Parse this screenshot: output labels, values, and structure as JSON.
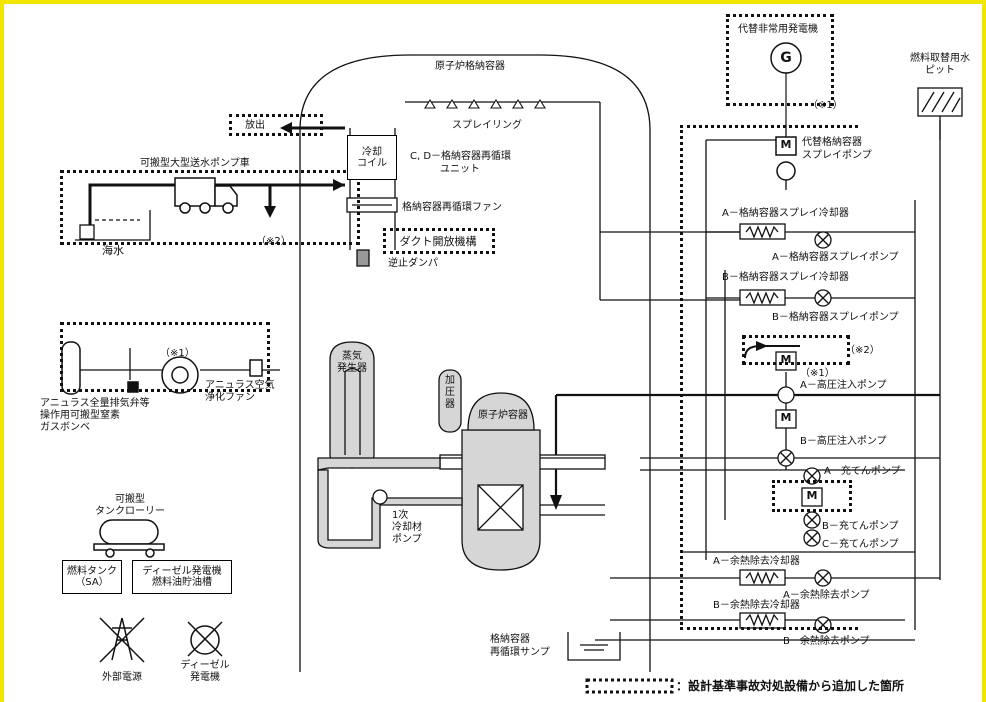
{
  "containment": {
    "label": "原子炉格納容器"
  },
  "spray": {
    "ring_label": "スプレイリング"
  },
  "discharge": {
    "label": "放出"
  },
  "cooling_coil": {
    "label_line1": "冷却",
    "label_line2": "コイル"
  },
  "recirc_unit": {
    "label_line1": "C, D－格納容器再循環",
    "label_line2": "ユニット"
  },
  "recirc_fan": {
    "label": "格納容器再循環ファン"
  },
  "duct": {
    "label": "ダクト開放機構"
  },
  "check_damper": {
    "label": "逆止ダンパ"
  },
  "pump_truck": {
    "label": "可搬型大型送水ポンプ車"
  },
  "seawater": {
    "label": "海水"
  },
  "note1": "（※1）",
  "note2": "（※2）",
  "generator": {
    "label": "代替非常用発電機",
    "symbol": "G"
  },
  "fuel_pit": {
    "label_line1": "燃料取替用水",
    "label_line2": "ピット"
  },
  "alt_spray_pump": {
    "label_line1": "代替格納容器",
    "label_line2": "スプレイポンプ",
    "motor": "M"
  },
  "spray_cooler_a": "A－格納容器スプレイ冷却器",
  "spray_pump_a": "A－格納容器スプレイポンプ",
  "spray_cooler_b": "B－格納容器スプレイ冷却器",
  "spray_pump_b": "B－格納容器スプレイポンプ",
  "hp_pump_a": "A－高圧注入ポンプ",
  "hp_pump_b": "B－高圧注入ポンプ",
  "charging_a": "A－充てんポンプ",
  "charging_b": "B－充てんポンプ",
  "charging_c": "C－充てんポンプ",
  "rhr_cooler_a": "A－余熱除去冷却器",
  "rhr_pump_a": "A－余熱除去ポンプ",
  "rhr_cooler_b": "B－余熱除去冷却器",
  "rhr_pump_b": "B－余熱除去ポンプ",
  "sump": {
    "label_line1": "格納容器",
    "label_line2": "再循環サンプ"
  },
  "steam_generator": {
    "label_line1": "蒸気",
    "label_line2": "発生器"
  },
  "pressurizer": {
    "label": "加圧器"
  },
  "reactor_vessel": {
    "label": "原子炉容器"
  },
  "primary_pump": {
    "label_line1": "1次",
    "label_line2": "冷却材",
    "label_line3": "ポンプ"
  },
  "annulus": {
    "fan_label_line1": "アニュラス空気",
    "fan_label_line2": "浄化ファン",
    "bottle_label_line1": "アニュラス全量排気弁等",
    "bottle_label_line2": "操作用可搬型窒素",
    "bottle_label_line3": "ガスボンベ"
  },
  "tank_lorry": {
    "label_line1": "可搬型",
    "label_line2": "タンクローリー"
  },
  "fuel_tank": {
    "label_line1": "燃料タンク",
    "label_line2": "（SA）"
  },
  "diesel_tank": {
    "label_line1": "ディーゼル発電機",
    "label_line2": "燃料油貯油槽"
  },
  "offsite_power": {
    "label": "外部電源"
  },
  "diesel_generator": {
    "label_line1": "ディーゼル",
    "label_line2": "発電機"
  },
  "legend": {
    "text": "：設計基準事故対処設備から追加した箇所"
  },
  "colors": {
    "frame": "#f2e600",
    "line": "#111111",
    "fill_gray": "#d6d6d6"
  }
}
